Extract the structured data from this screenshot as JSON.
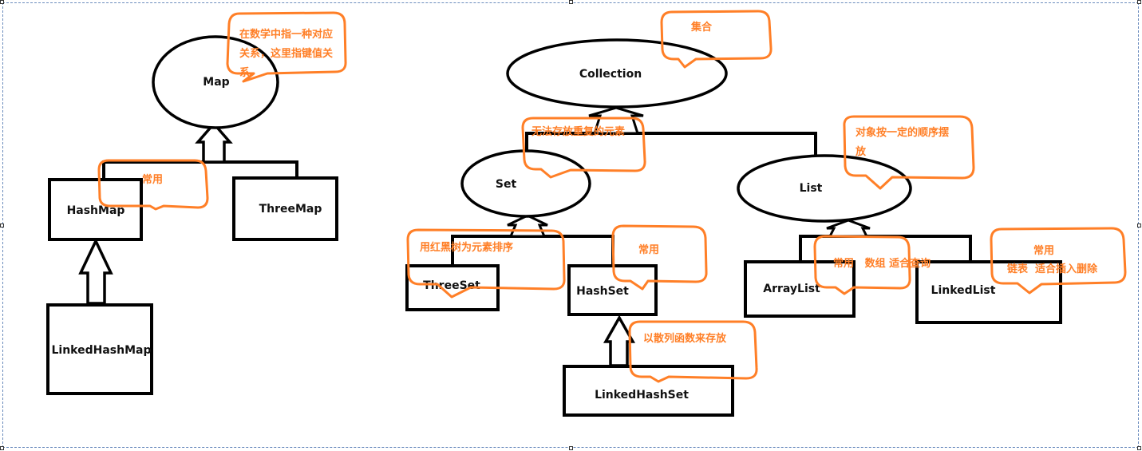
{
  "colors": {
    "line": "#000000",
    "note": "#ff7f27",
    "frame": "#6a8bbd"
  },
  "nodes": {
    "map": "Map",
    "hashmap": "HashMap",
    "threemap": "ThreeMap",
    "linkedhashmap": "LinkedHashMap",
    "collection": "Collection",
    "set": "Set",
    "list": "List",
    "threeset": "ThreeSet",
    "hashset": "HashSet",
    "linkedhashset": "LinkedHashSet",
    "arraylist": "ArrayList",
    "linkedlist": "LinkedList"
  },
  "notes": {
    "map_line1": "在数学中指一种对应",
    "map_line2": "关系，这里指键值关",
    "map_line3": "系",
    "hashmap": "常用",
    "collection": "集合",
    "set": "无法存放重复的元素",
    "list_line1": "对象按一定的顺序摆",
    "list_line2": "放",
    "threeset": "用红黑树为元素排序",
    "hashset": "常用",
    "linkedhashset": "以散列函数来存放",
    "arraylist": "常用   数组 适合查询",
    "linkedlist_line1": "常用",
    "linkedlist_line2": "链表  适合插入删除"
  }
}
